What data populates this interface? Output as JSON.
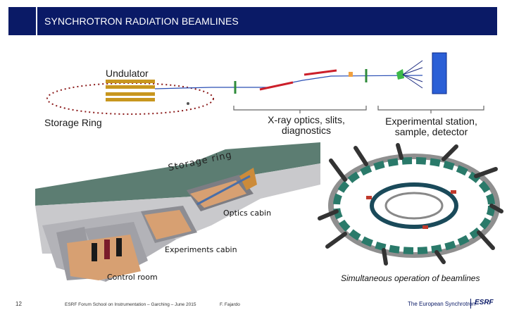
{
  "slide": {
    "title": "SYNCHROTRON RADIATION BEAMLINES"
  },
  "schematic": {
    "undulator_label": "Undulator",
    "storage_ring_label": "Storage Ring",
    "xray_optics_label_line1": "X-ray optics, slits,",
    "xray_optics_label_line2": "diagnostics",
    "station_label_line1": "Experimental station,",
    "station_label_line2": "sample, detector"
  },
  "cutaway": {
    "storage_ring_label": "Storage ring",
    "optics_cabin_label": "Optics cabin",
    "experiments_cabin_label": "Experiments cabin",
    "control_room_label": "Control room"
  },
  "aerial": {
    "caption": "Simultaneous operation of beamlines"
  },
  "footer": {
    "page_number": "12",
    "event": "ESRF Forum School on Instrumentation  –  Garching  –  June 2015",
    "author": "F. Fajardo",
    "organization": "The European Synchrotron",
    "logo_text": "ESRF"
  },
  "colors": {
    "title_bar": "#0a1a66",
    "ring_dots": "#8b1a1a",
    "undulator": "#b8860b",
    "beamline": "#2a4fb5",
    "mirror": "#cc1f2a",
    "slit": "#2e8b3a",
    "detector": "#2b5fd6"
  }
}
